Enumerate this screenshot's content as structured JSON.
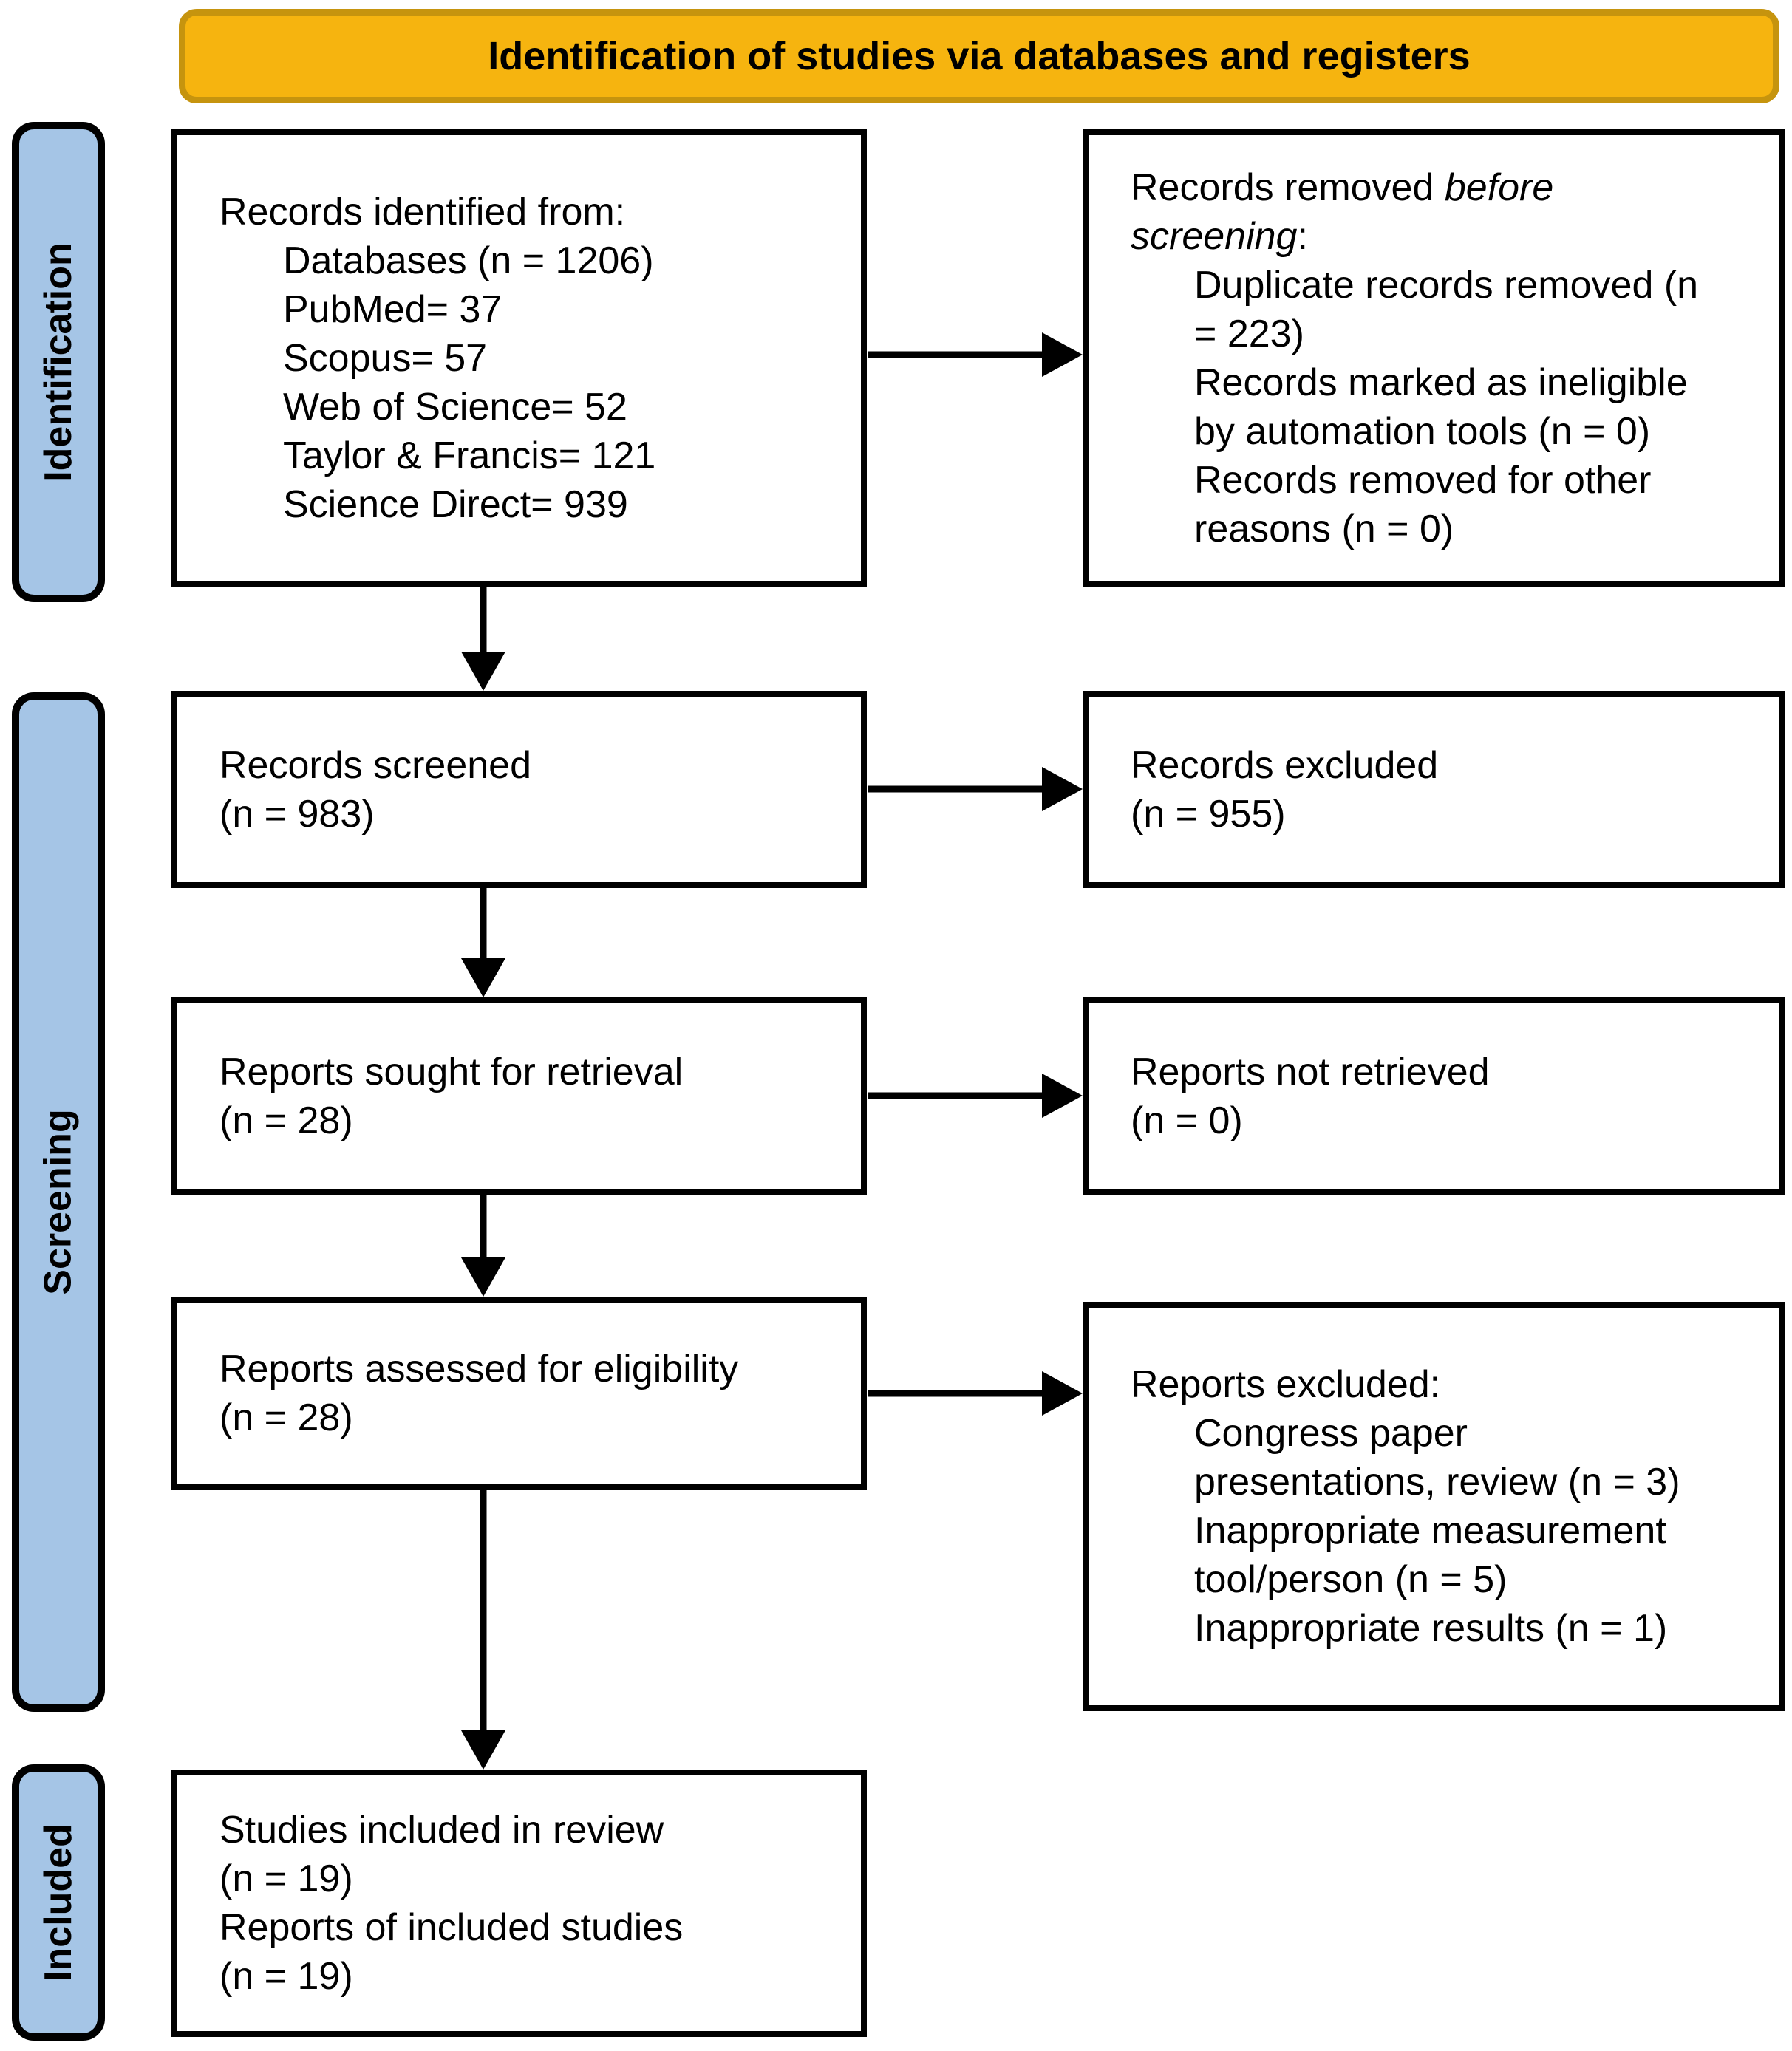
{
  "title": "Identification of studies via databases and registers",
  "colors": {
    "banner_fill": "#F6B40F",
    "banner_border": "#C6940E",
    "stage_fill": "#A5C5E6",
    "box_border": "#000000",
    "arrow": "#000000",
    "text": "#000000"
  },
  "stages": [
    {
      "label": "Identification"
    },
    {
      "label": "Screening"
    },
    {
      "label": "Included"
    }
  ],
  "boxes": {
    "records_identified": {
      "lines": [
        {
          "indent": 0,
          "segments": [
            {
              "text": "Records identified from:"
            }
          ]
        },
        {
          "indent": 1,
          "segments": [
            {
              "text": "Databases (n = 1206)"
            }
          ]
        },
        {
          "indent": 1,
          "segments": [
            {
              "text": "PubMed= 37"
            }
          ]
        },
        {
          "indent": 1,
          "segments": [
            {
              "text": "Scopus= 57"
            }
          ]
        },
        {
          "indent": 1,
          "segments": [
            {
              "text": "Web of Science= 52"
            }
          ]
        },
        {
          "indent": 1,
          "segments": [
            {
              "text": "Taylor & Francis= 121"
            }
          ]
        },
        {
          "indent": 1,
          "segments": [
            {
              "text": "Science Direct= 939"
            }
          ]
        }
      ]
    },
    "records_removed": {
      "lines": [
        {
          "indent": 0,
          "segments": [
            {
              "text": "Records removed "
            },
            {
              "text": "before",
              "italic": true
            }
          ]
        },
        {
          "indent": 0,
          "segments": [
            {
              "text": "screening",
              "italic": true
            },
            {
              "text": ":"
            }
          ]
        },
        {
          "indent": 1,
          "segments": [
            {
              "text": "Duplicate records removed (n"
            }
          ]
        },
        {
          "indent": 1,
          "segments": [
            {
              "text": "= 223)"
            }
          ]
        },
        {
          "indent": 1,
          "segments": [
            {
              "text": "Records marked as ineligible"
            }
          ]
        },
        {
          "indent": 1,
          "segments": [
            {
              "text": "by automation tools (n = 0)"
            }
          ]
        },
        {
          "indent": 1,
          "segments": [
            {
              "text": "Records removed for other"
            }
          ]
        },
        {
          "indent": 1,
          "segments": [
            {
              "text": "reasons (n = 0)"
            }
          ]
        }
      ]
    },
    "records_screened": {
      "lines": [
        {
          "indent": 0,
          "segments": [
            {
              "text": "Records screened"
            }
          ]
        },
        {
          "indent": 0,
          "segments": [
            {
              "text": "(n = 983)"
            }
          ]
        }
      ]
    },
    "records_excluded": {
      "lines": [
        {
          "indent": 0,
          "segments": [
            {
              "text": "Records excluded"
            }
          ]
        },
        {
          "indent": 0,
          "segments": [
            {
              "text": "(n = 955)"
            }
          ]
        }
      ]
    },
    "reports_sought": {
      "lines": [
        {
          "indent": 0,
          "segments": [
            {
              "text": "Reports sought for retrieval"
            }
          ]
        },
        {
          "indent": 0,
          "segments": [
            {
              "text": "(n = 28)"
            }
          ]
        }
      ]
    },
    "reports_not_retrieved": {
      "lines": [
        {
          "indent": 0,
          "segments": [
            {
              "text": "Reports not retrieved"
            }
          ]
        },
        {
          "indent": 0,
          "segments": [
            {
              "text": "(n = 0)"
            }
          ]
        }
      ]
    },
    "reports_assessed": {
      "lines": [
        {
          "indent": 0,
          "segments": [
            {
              "text": "Reports assessed for eligibility"
            }
          ]
        },
        {
          "indent": 0,
          "segments": [
            {
              "text": "(n = 28)"
            }
          ]
        }
      ]
    },
    "reports_excluded": {
      "lines": [
        {
          "indent": 0,
          "segments": [
            {
              "text": "Reports excluded:"
            }
          ]
        },
        {
          "indent": 1,
          "segments": [
            {
              "text": "Congress paper"
            }
          ]
        },
        {
          "indent": 1,
          "segments": [
            {
              "text": "presentations, review (n = 3)"
            }
          ]
        },
        {
          "indent": 1,
          "segments": [
            {
              "text": "Inappropriate measurement"
            }
          ]
        },
        {
          "indent": 1,
          "segments": [
            {
              "text": "tool/person (n = 5)"
            }
          ]
        },
        {
          "indent": 1,
          "segments": [
            {
              "text": "Inappropriate results (n = 1)"
            }
          ]
        }
      ]
    },
    "studies_included": {
      "lines": [
        {
          "indent": 0,
          "segments": [
            {
              "text": "Studies included in review"
            }
          ]
        },
        {
          "indent": 0,
          "segments": [
            {
              "text": "(n = 19)"
            }
          ]
        },
        {
          "indent": 0,
          "segments": [
            {
              "text": "Reports of included studies"
            }
          ]
        },
        {
          "indent": 0,
          "segments": [
            {
              "text": "(n = 19)"
            }
          ]
        }
      ]
    }
  }
}
